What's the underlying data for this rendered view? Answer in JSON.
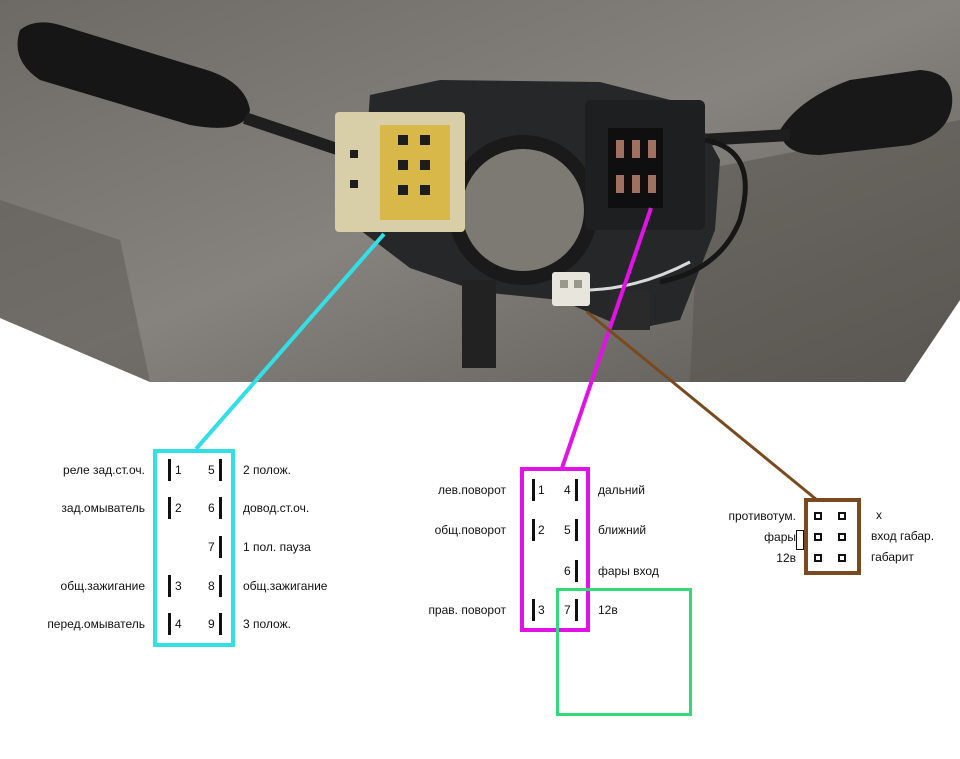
{
  "left_connector": {
    "color": "#33dfe6",
    "rows": [
      {
        "left_label": "реле зад.ст.оч.",
        "left_pin": "1",
        "right_pin": "5",
        "right_label": "2 полож."
      },
      {
        "left_label": "зад.омыватель",
        "left_pin": "2",
        "right_pin": "6",
        "right_label": "довод.ст.оч."
      },
      {
        "left_label": "",
        "left_pin": "",
        "right_pin": "7",
        "right_label": "1 пол. пауза"
      },
      {
        "left_label": "общ.зажигание",
        "left_pin": "3",
        "right_pin": "8",
        "right_label": "общ.зажигание"
      },
      {
        "left_label": "перед.омыватель",
        "left_pin": "4",
        "right_pin": "9",
        "right_label": "3 полож."
      }
    ]
  },
  "middle_connector": {
    "color": "#e012e6",
    "rows": [
      {
        "left_label": "лев.поворот",
        "left_pin": "1",
        "right_pin": "4",
        "right_label": "дальний"
      },
      {
        "left_label": "общ.поворот",
        "left_pin": "2",
        "right_pin": "5",
        "right_label": "ближний"
      },
      {
        "left_label": "",
        "left_pin": "",
        "right_pin": "6",
        "right_label": "фары  вход"
      },
      {
        "left_label": "прав. поворот",
        "left_pin": "3",
        "right_pin": "7",
        "right_label": "12в"
      }
    ]
  },
  "right_connector": {
    "color": "#7a4a1e",
    "left_labels": [
      "противотум.",
      "фары",
      "12в"
    ],
    "right_labels": [
      "х",
      "вход габар.",
      "габарит"
    ]
  },
  "highlight_color": "#33d97a"
}
